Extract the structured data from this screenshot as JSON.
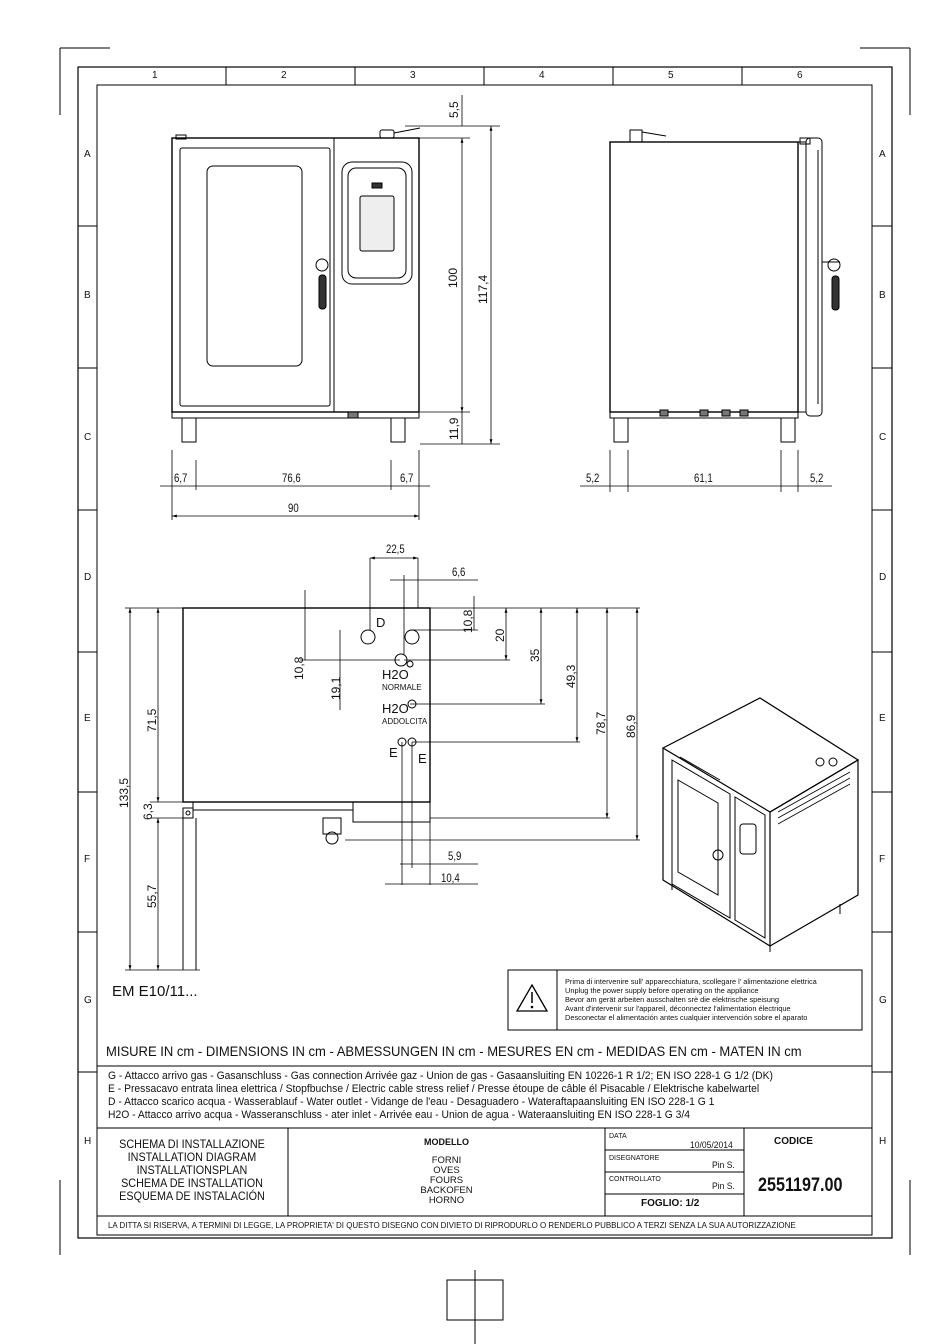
{
  "grid": {
    "columns": [
      "1",
      "2",
      "3",
      "4",
      "5",
      "6"
    ],
    "rows": [
      "A",
      "B",
      "C",
      "D",
      "E",
      "F",
      "G",
      "H"
    ]
  },
  "front_view": {
    "dim_top": "5,5",
    "dim_body": "100",
    "dim_total": "117,4",
    "dim_feet": "11,9",
    "dim_left": "6,7",
    "dim_middle": "76,6",
    "dim_right": "6,7",
    "dim_width": "90"
  },
  "side_view": {
    "dim_left": "5,2",
    "dim_middle": "61,1",
    "dim_right": "5,2"
  },
  "connections_view": {
    "dim_22_5": "22,5",
    "dim_6_6": "6,6",
    "dim_10_8_right": "10,8",
    "dim_20": "20",
    "dim_35": "35",
    "dim_49_3": "49,3",
    "dim_78_7": "78,7",
    "dim_86_9": "86,9",
    "dim_10_8_left": "10,8",
    "dim_19_1": "19,1",
    "dim_71_5": "71,5",
    "dim_133_5": "133,5",
    "dim_6_3": "6,3",
    "dim_55_7": "55,7",
    "dim_5_9": "5,9",
    "dim_10_4": "10,4",
    "label_d": "D",
    "label_h2o_1": "H2O",
    "label_normale": "NORMALE",
    "label_h2o_2": "H2O",
    "label_addolcita": "ADDOLCITA",
    "label_e_left": "E",
    "label_e_right": "E"
  },
  "model_code": "EM E10/11...",
  "warning_lines": [
    "Prima di intervenire sull' apparecchiatura, scollegare l' alimentazione elettrica",
    "Unplug the power supply before operating on the appliance",
    "Bevor am gerät arbeiten ausschalten srè die elektrische speisung",
    "Avant d'intervenir sur l'appareil, déconnectez l'alimentation électrique",
    "Desconectar el alimentación antes cualquier intervención sobre el aparato"
  ],
  "measures_line": "MISURE IN cm - DIMENSIONS IN cm - ABMESSUNGEN IN cm - MESURES EN cm - MEDIDAS EN cm - MATEN IN cm",
  "legend_lines": [
    "G - Attacco arrivo gas - Gasanschluss - Gas connection Arrivée gaz - Union de gas - Gasaansluiting EN 10226-1 R 1/2; EN ISO 228-1 G 1/2 (DK)",
    "E - Pressacavo entrata linea elettrica / Stopfbuchse / Electric cable stress relief / Presse étoupe de câble él Pisacable / Elektrische kabelwartel",
    "D - Attacco scarico acqua  - Wasserablauf - Water outlet - Vidange de l'eau - Desaguadero - Wateraftapaansluiting  EN ISO 228-1 G 1",
    "H2O - Attacco arrivo acqua - Wasseranschluss - ater inlet - Arrivée eau - Union de agua - Wateraansluiting  EN ISO 228-1 G 3/4"
  ],
  "title_block": {
    "schema_lines": [
      "SCHEMA DI INSTALLAZIONE",
      "INSTALLATION DIAGRAM",
      "INSTALLATIONSPLAN",
      "SCHEMA DE INSTALLATION",
      "ESQUEMA DE INSTALACIÓN"
    ],
    "modello_label": "MODELLO",
    "modello_lines": [
      "FORNI",
      "OVES",
      "FOURS",
      "BACKOFEN",
      "HORNO"
    ],
    "data_label": "DATA",
    "data_value": "10/05/2014",
    "disegnatore_label": "DISEGNATORE",
    "disegnatore_value": "Pin S.",
    "controllato_label": "CONTROLLATO",
    "controllato_value": "Pin S.",
    "foglio": "FOGLIO: 1/2",
    "codice_label": "CODICE",
    "codice_value": "2551197.00"
  },
  "footer": "LA DITTA SI RISERVA, A TERMINI DI LEGGE, LA PROPRIETA' DI QUESTO DISEGNO CON DIVIETO DI RIPRODURLO O RENDERLO PUBBLICO A TERZI SENZA LA SUA AUTORIZZAZIONE"
}
